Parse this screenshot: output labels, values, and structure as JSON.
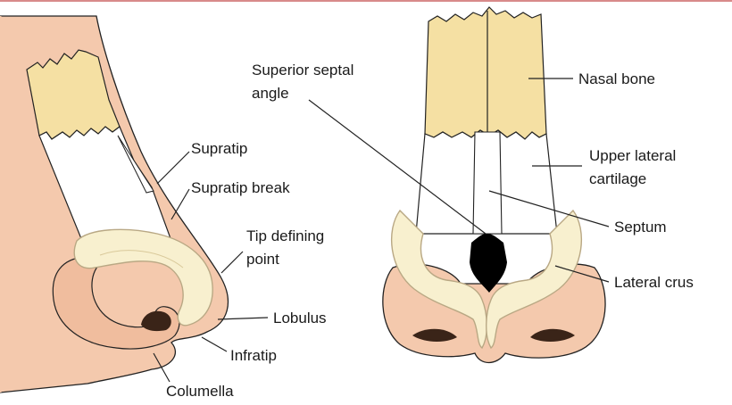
{
  "diagram": {
    "colors": {
      "skin": "#f4c9ad",
      "skin_dark": "#e9b393",
      "bone": "#f5e0a3",
      "cartilage": "#f8f0cf",
      "cartilage_stroke": "#b9a884",
      "outline": "#222222",
      "septum_black": "#000000",
      "rule": "#d88a8a"
    },
    "labels": {
      "supratip": "Supratip",
      "supratip_break": "Supratip break",
      "tip_defining_1": "Tip defining",
      "tip_defining_2": "point",
      "lobulus": "Lobulus",
      "infratip": "Infratip",
      "columella": "Columella",
      "superior_septal_1": "Superior septal",
      "superior_septal_2": "angle",
      "nasal_bone": "Nasal bone",
      "upper_lateral_1": "Upper lateral",
      "upper_lateral_2": "cartilage",
      "septum": "Septum",
      "lateral_crus": "Lateral crus"
    }
  }
}
